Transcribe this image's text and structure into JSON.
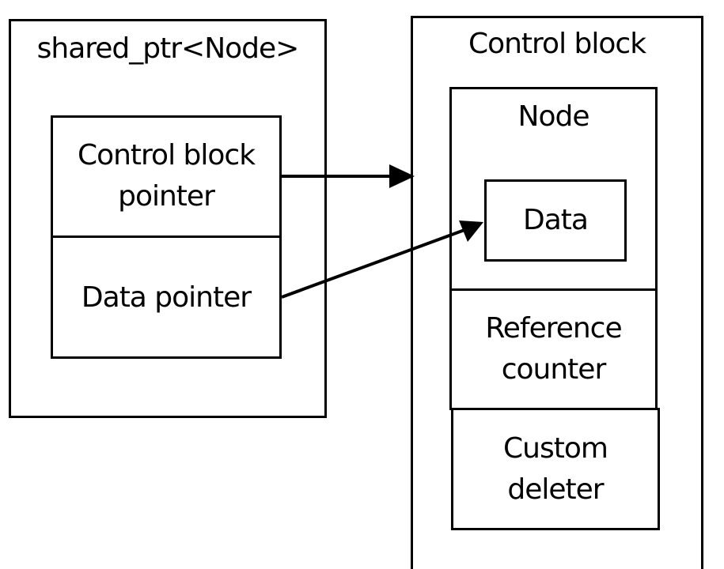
{
  "shared_ptr": {
    "title": "shared_ptr<Node>",
    "control_block_pointer": "Control block\npointer",
    "data_pointer": "Data pointer"
  },
  "control_block": {
    "title": "Control block",
    "node": {
      "title": "Node",
      "data": "Data"
    },
    "reference_counter": "Reference\ncounter",
    "custom_deleter": "Custom\ndeleter"
  }
}
